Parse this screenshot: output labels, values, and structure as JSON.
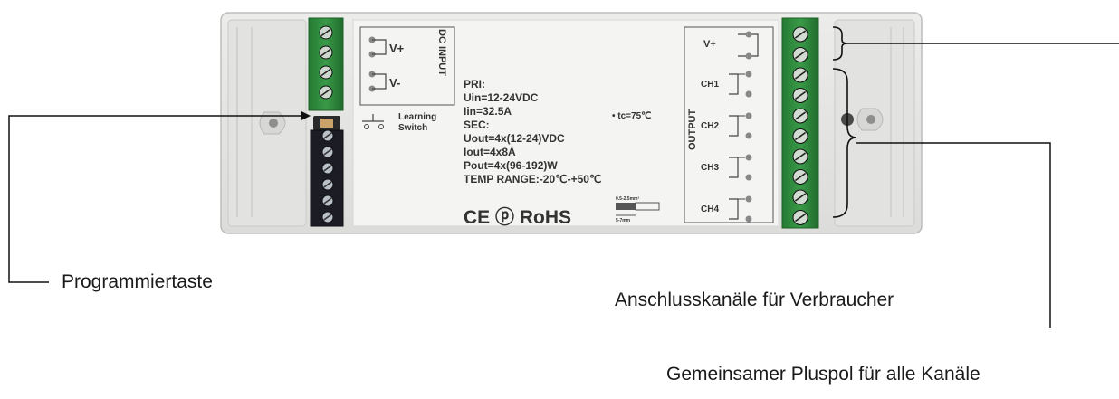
{
  "device": {
    "dc_input_title": "DC INPUT",
    "vplus": "V+",
    "vminus": "V-",
    "learning_line1": "Learning",
    "learning_line2": "Switch",
    "specs": [
      "PRI:",
      "Uin=12-24VDC",
      "Iin=32.5A",
      "SEC:",
      "Uout=4x(12-24)VDC",
      "Iout=4x8A",
      "Pout=4x(96-192)W",
      "TEMP RANGE:-20℃-+50℃"
    ],
    "tc": "• tc=75℃",
    "certifications": "CE ⓟ RoHS",
    "wire_gauge": "0.5-2.5mm²",
    "strip_length": "5-7mm",
    "output_title": "OUTPUT",
    "output_vplus": "V+",
    "channels": [
      "CH1",
      "CH2",
      "CH3",
      "CH4"
    ]
  },
  "callouts": {
    "programming_button": "Programmiertaste",
    "consumer_channels": "Anschlusskanäle für Verbraucher",
    "common_positive": "Gemeinsamer Pluspol für alle Kanäle"
  },
  "colors": {
    "housing": "#e6e6e4",
    "label_panel": "#f4f4f2",
    "terminal_green": "#2f8a3e",
    "terminal_dark": "#1c1c24"
  }
}
